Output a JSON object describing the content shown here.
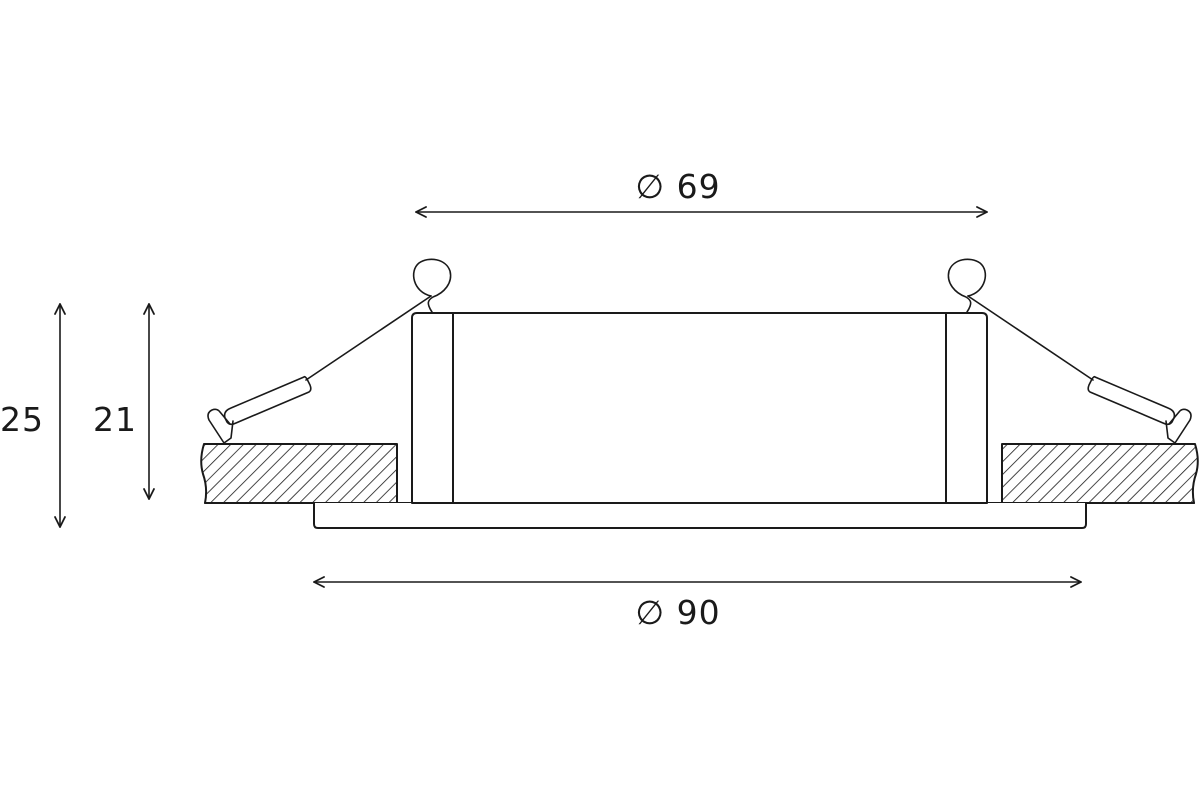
{
  "dimensions": {
    "inner_diameter": "∅ 69",
    "outer_diameter": "∅ 90",
    "total_height": "25",
    "body_height": "21"
  },
  "colors": {
    "line": "#1a1a1a",
    "background": "#ffffff"
  }
}
